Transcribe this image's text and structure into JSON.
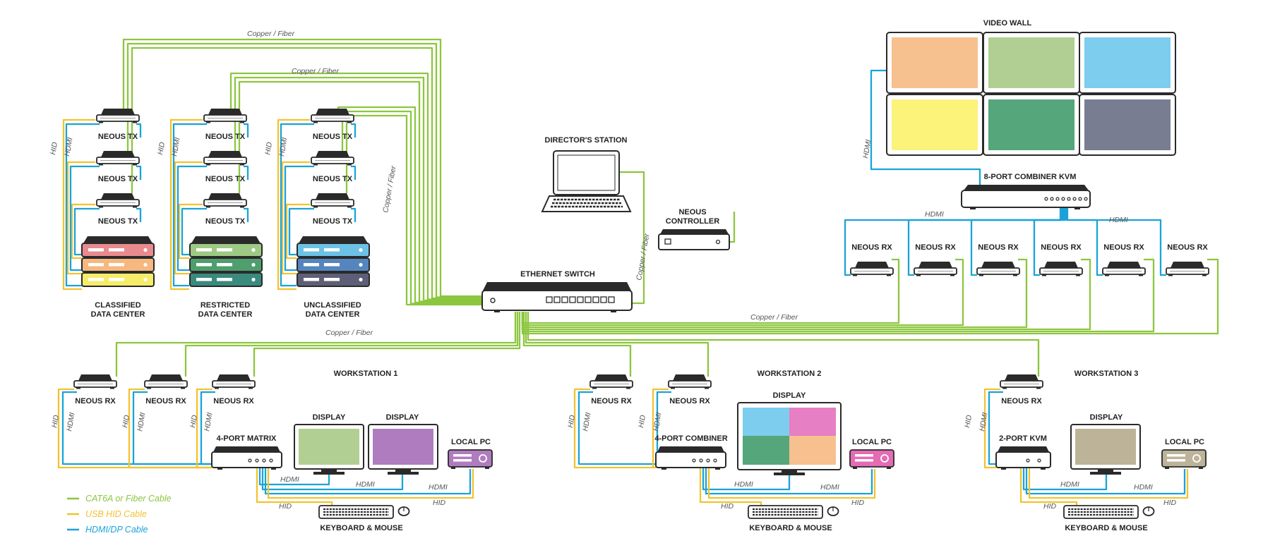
{
  "colors": {
    "cat6_fiber": "#8dc63f",
    "usb_hid": "#f2c230",
    "hdmi_dp": "#1ba3d8",
    "device_dark": "#2a2a2a",
    "classified": [
      "#e88a8e",
      "#f6b87e",
      "#f5ec6a"
    ],
    "restricted": [
      "#9ec985",
      "#4f9e6d",
      "#3a8a7e"
    ],
    "unclassified": [
      "#6cc1e6",
      "#5585bf",
      "#5e5e77"
    ],
    "video_wall": [
      "#f6c08f",
      "#b1cf93",
      "#7ccdee",
      "#fbf37a",
      "#55a67a",
      "#787d91"
    ],
    "ws1_displays": [
      "#b1cf93",
      "#b07cc0"
    ],
    "ws1_local_pc": "#b07cc0",
    "ws2_display_quad": [
      "#7ccdee",
      "#e67fc3",
      "#55a67a",
      "#f6c08f"
    ],
    "ws2_local_pc": "#e46bb4",
    "ws3_display": "#bdb398",
    "ws3_local_pc": "#bdb398"
  },
  "data_centers": {
    "classified": {
      "tx": [
        "NEOUS TX",
        "NEOUS TX",
        "NEOUS TX"
      ],
      "label_1": "CLASSIFIED",
      "label_2": "DATA CENTER"
    },
    "restricted": {
      "tx": [
        "NEOUS TX",
        "NEOUS TX",
        "NEOUS TX"
      ],
      "label_1": "RESTRICTED",
      "label_2": "DATA CENTER"
    },
    "unclassified": {
      "tx": [
        "NEOUS TX",
        "NEOUS TX",
        "NEOUS TX"
      ],
      "label_1": "UNCLASSIFIED",
      "label_2": "DATA CENTER"
    },
    "cable_hid": "HID",
    "cable_hdmi": "HDMI"
  },
  "cable_labels": {
    "copper_fiber": "Copper / Fiber",
    "hdmi": "HDMI",
    "hid": "HID"
  },
  "directors_station": {
    "label": "DIRECTOR'S STATION"
  },
  "neous_controller": {
    "label_1": "NEOUS",
    "label_2": "CONTROLLER"
  },
  "ethernet_switch": {
    "label": "ETHERNET SWITCH"
  },
  "video_wall": {
    "label": "VIDEO WALL",
    "combiner_label": "8-PORT COMBINER KVM",
    "rx": [
      "NEOUS RX",
      "NEOUS RX",
      "NEOUS RX",
      "NEOUS RX",
      "NEOUS RX",
      "NEOUS RX"
    ]
  },
  "workstation_1": {
    "title": "WORKSTATION 1",
    "rx": [
      "NEOUS RX",
      "NEOUS RX",
      "NEOUS RX"
    ],
    "hub": "4-PORT MATRIX",
    "display_1": "DISPLAY",
    "display_2": "DISPLAY",
    "local_pc": "LOCAL PC",
    "peripherals": "KEYBOARD & MOUSE"
  },
  "workstation_2": {
    "title": "WORKSTATION 2",
    "rx": [
      "NEOUS RX",
      "NEOUS RX"
    ],
    "hub": "4-PORT COMBINER",
    "display": "DISPLAY",
    "local_pc": "LOCAL PC",
    "peripherals": "KEYBOARD & MOUSE"
  },
  "workstation_3": {
    "title": "WORKSTATION 3",
    "rx": [
      "NEOUS RX"
    ],
    "hub": "2-PORT KVM",
    "display": "DISPLAY",
    "local_pc": "LOCAL PC",
    "peripherals": "KEYBOARD & MOUSE"
  },
  "legend": [
    {
      "label": "CAT6A or Fiber Cable",
      "color": "#8dc63f"
    },
    {
      "label": "USB HID Cable",
      "color": "#f2c230"
    },
    {
      "label": "HDMI/DP Cable",
      "color": "#1ba3d8"
    }
  ]
}
